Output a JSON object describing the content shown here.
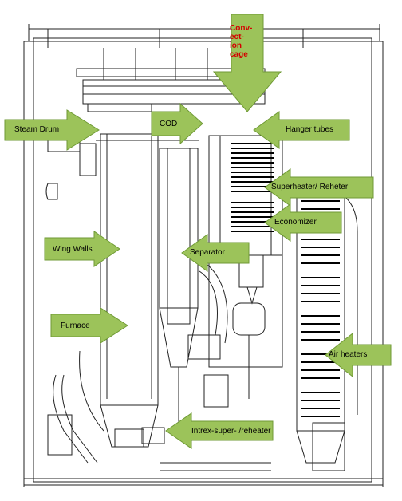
{
  "colors": {
    "arrow_fill": "#9cc35a",
    "arrow_stroke": "#6f9a35",
    "line": "#222222",
    "top_label": "#d40000"
  },
  "labels": {
    "convection_cage": [
      "Conv-",
      "ect-",
      "ion",
      "cage"
    ],
    "steam_drum": "Steam Drum",
    "cod": "COD",
    "hanger_tubes": "Hanger tubes",
    "superheater_reheater": "Superheater/ Reheter",
    "economizer": "Economizer",
    "wing_walls": "Wing Walls",
    "separator": "Separator",
    "furnace": "Furnace",
    "air_heaters": "Air heaters",
    "intrex": "Intrex-super- /reheater"
  }
}
